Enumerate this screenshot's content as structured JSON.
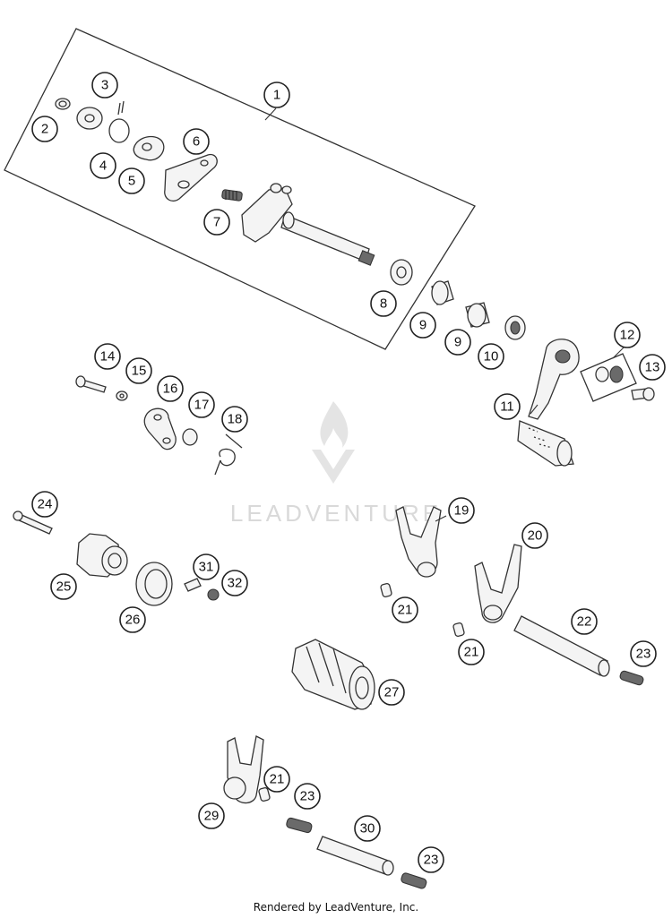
{
  "diagram": {
    "callouts": [
      "1",
      "2",
      "3",
      "4",
      "5",
      "6",
      "7",
      "8",
      "9",
      "9",
      "10",
      "11",
      "12",
      "13",
      "14",
      "15",
      "16",
      "17",
      "18",
      "19",
      "20",
      "21",
      "21",
      "21",
      "22",
      "23",
      "23",
      "23",
      "24",
      "25",
      "26",
      "27",
      "29",
      "30",
      "31",
      "32"
    ]
  },
  "watermark": {
    "text": "LEADVENTURE",
    "icon": "leadventure-flame-logo",
    "color": "#d9d9d9"
  },
  "footer": {
    "credit": "Rendered by LeadVenture, Inc."
  }
}
